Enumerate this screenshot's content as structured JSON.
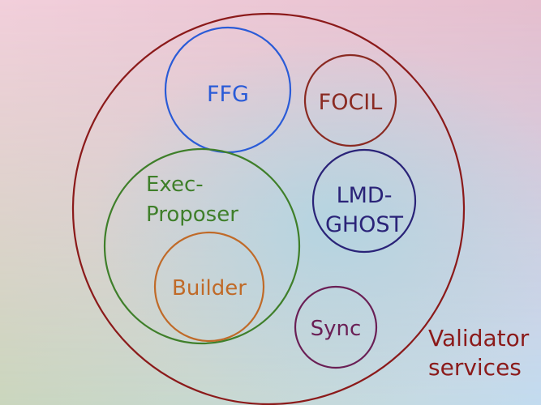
{
  "diagram": {
    "outer": {
      "label_line1": "Validator",
      "label_line2": "services",
      "color": "#8b1a1a"
    },
    "ffg": {
      "label": "FFG",
      "color": "#2a5bd7"
    },
    "focil": {
      "label": "FOCIL",
      "color": "#8a2a22"
    },
    "lmd_ghost": {
      "label_line1": "LMD-",
      "label_line2": "GHOST",
      "color": "#2a2378"
    },
    "exec_proposer": {
      "label_line1": "Exec-",
      "label_line2": "Proposer",
      "color": "#3f7f2a"
    },
    "builder": {
      "label": "Builder",
      "color": "#c06a28"
    },
    "sync": {
      "label": "Sync",
      "color": "#6a1f55"
    }
  },
  "background": {
    "top_left": "#f0ccd8",
    "top_right": "#e8c0d0",
    "bottom_left": "#c9d6c0",
    "bottom_right": "#b8d8ec",
    "center": "#b4d8e2"
  }
}
